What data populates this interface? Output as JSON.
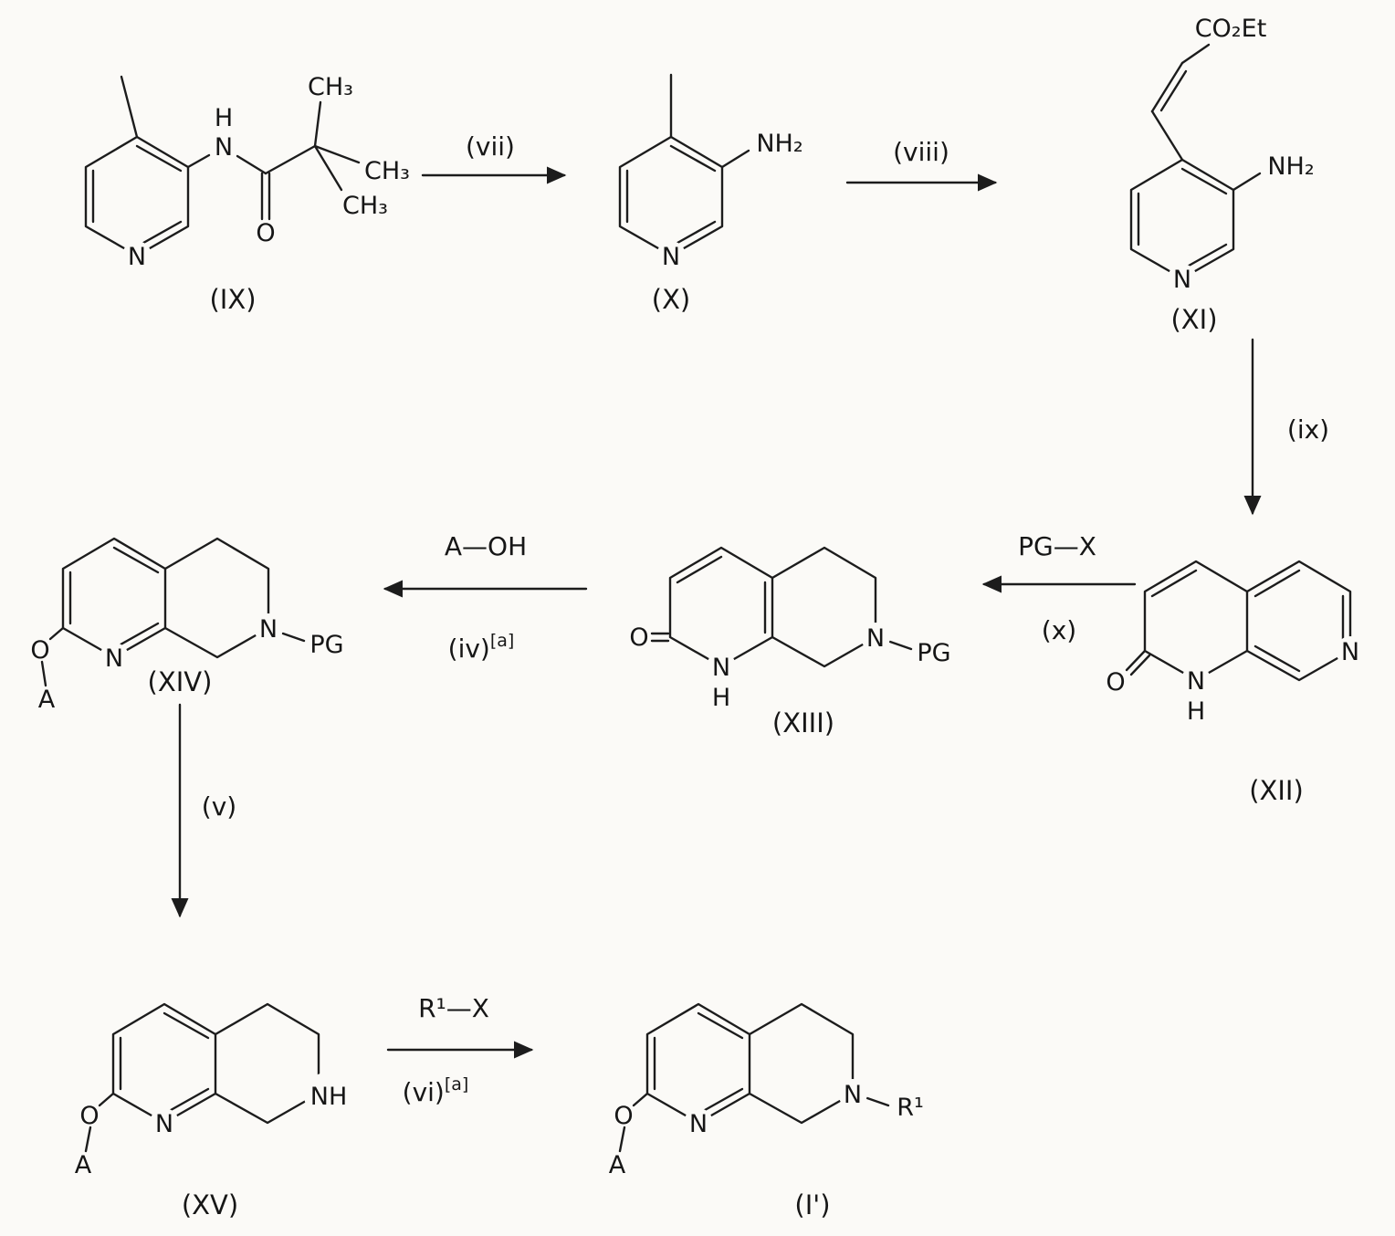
{
  "figure": {
    "type": "chemical-reaction-scheme"
  },
  "compounds": {
    "ix": {
      "id": "(IX)",
      "ring_n": "N",
      "amide_h": "H",
      "amide_n": "N",
      "carbonyl_o": "O",
      "methyl_a": "CH₃",
      "methyl_b": "CH₃",
      "methyl_c": "CH₃"
    },
    "x": {
      "id": "(X)",
      "ring_n": "N",
      "amine": "NH₂"
    },
    "xi": {
      "id": "(XI)",
      "ring_n": "N",
      "amine": "NH₂",
      "ester": "CO₂Et"
    },
    "xii": {
      "id": "(XII)",
      "carbonyl_o": "O",
      "lactam_n": "N",
      "lactam_h": "H",
      "ring_n": "N"
    },
    "xiii": {
      "id": "(XIII)",
      "carbonyl_o": "O",
      "lactam_n": "N",
      "lactam_h": "H",
      "amine_n": "N",
      "pg": "PG"
    },
    "xiv": {
      "id": "(XIV)",
      "ether_o": "O",
      "group_a": "A",
      "ring_n": "N",
      "amine_n": "N",
      "pg": "PG"
    },
    "xv": {
      "id": "(XV)",
      "ether_o": "O",
      "group_a": "A",
      "ring_n": "N",
      "amine_nh": "NH"
    },
    "i_prime": {
      "id": "(I')",
      "ether_o": "O",
      "group_a": "A",
      "ring_n": "N",
      "amine_n": "N",
      "r1": "R¹"
    }
  },
  "steps": {
    "vii": {
      "label": "(vii)"
    },
    "viii": {
      "label": "(viii)"
    },
    "ix": {
      "label": "(ix)"
    },
    "x": {
      "label": "(x)",
      "reagent": "PG—X"
    },
    "iv": {
      "label": "(iv)",
      "note": "[a]",
      "reagent": "A—OH"
    },
    "v": {
      "label": "(v)"
    },
    "vi": {
      "label": "(vi)",
      "note": "[a]",
      "reagent": "R¹—X"
    }
  }
}
